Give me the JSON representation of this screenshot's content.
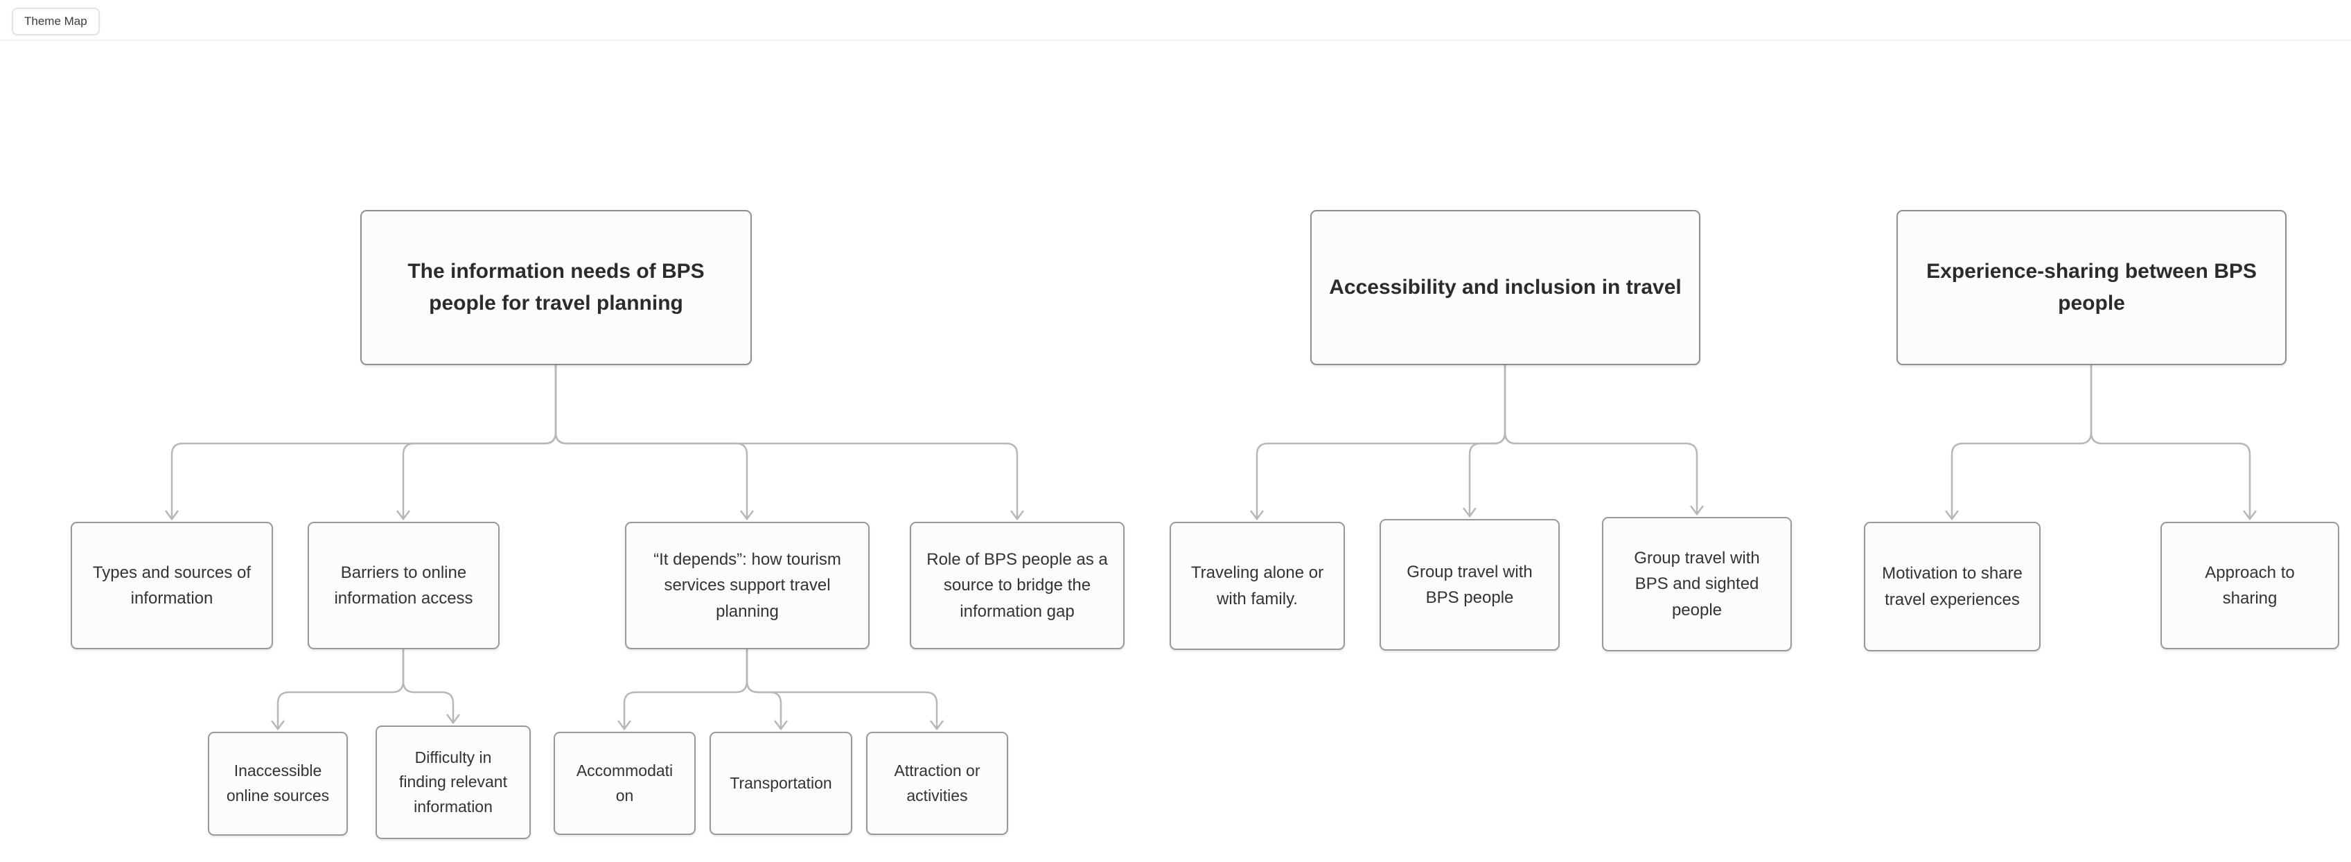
{
  "app": {
    "tab_label": "Theme Map"
  },
  "colors": {
    "canvas_bg": "#ffffff",
    "node_bg": "#fcfcfc",
    "node_border": "#989898",
    "edge": "#b7b7b7",
    "text": "#2d2d2d"
  },
  "themes": [
    {
      "label": "The information needs of BPS people for travel planning",
      "children": [
        {
          "label": "Types and sources of information",
          "children": []
        },
        {
          "label": "Barriers to online information access",
          "children": [
            {
              "label": "Inaccessible online sources"
            },
            {
              "label": "Difficulty in finding relevant information"
            }
          ]
        },
        {
          "label": "“It depends”: how tourism services support travel planning",
          "children": [
            {
              "label": "Accommodation"
            },
            {
              "label": "Transportation"
            },
            {
              "label": "Attraction or activities"
            }
          ]
        },
        {
          "label": "Role of BPS people as a source to bridge the information gap",
          "children": []
        }
      ]
    },
    {
      "label": "Accessibility and inclusion in travel",
      "children": [
        {
          "label": "Traveling alone or with family."
        },
        {
          "label": "Group travel with BPS people"
        },
        {
          "label": "Group travel with BPS and sighted people"
        }
      ]
    },
    {
      "label": "Experience-sharing between BPS people",
      "children": [
        {
          "label": "Motivation to share travel experiences"
        },
        {
          "label": "Approach to sharing"
        }
      ]
    }
  ]
}
